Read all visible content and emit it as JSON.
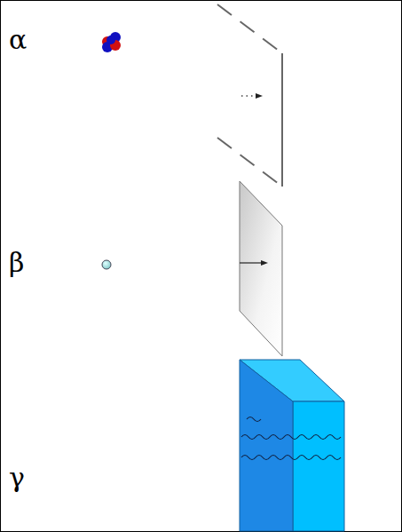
{
  "diagram": {
    "labels": [
      "α",
      "β",
      "γ"
    ]
  }
}
